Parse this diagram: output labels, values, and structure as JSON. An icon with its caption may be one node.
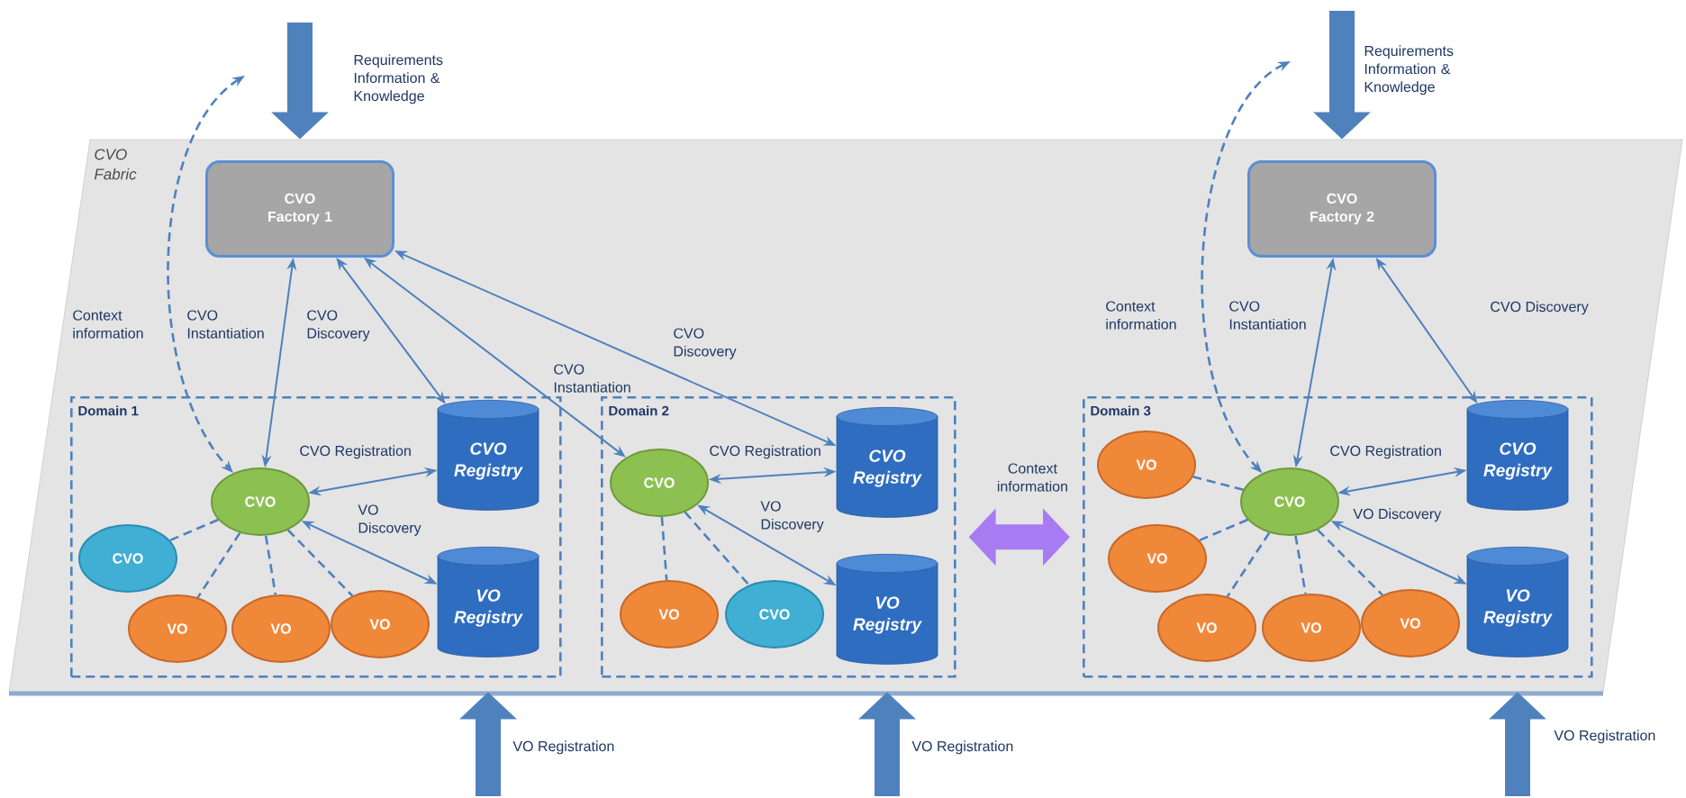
{
  "diagram": {
    "nodes": [
      {
        "text": [
          "*CVO Fabric*"
        ]
      },
      {
        "text": [
          "CVO Factory 1"
        ],
        "in": 0
      },
      {
        "text": [
          "CVO Factory 2"
        ],
        "in": 0
      },
      {
        "text": [
          "Domain 1"
        ],
        "in": 0
      },
      {
        "text": [
          "Domain 2"
        ],
        "in": 0
      },
      {
        "text": [
          "Domain 3"
        ],
        "in": 0
      },
      {
        "text": [
          "CVO"
        ],
        "in": 3
      },
      {
        "text": [
          "CVO Registry"
        ],
        "in": 3
      },
      {
        "text": [
          "CVO"
        ],
        "in": 3
      },
      {
        "text": [
          "VO"
        ],
        "in": 3
      },
      {
        "text": [
          "VO"
        ],
        "in": 3
      },
      {
        "text": [
          "VO"
        ],
        "in": 3
      },
      {
        "text": [
          "VO Registry"
        ],
        "in": 3
      },
      {
        "text": [
          "CVO"
        ],
        "in": 4
      },
      {
        "text": [
          "CVO Registry"
        ],
        "in": 4
      },
      {
        "text": [
          "VO"
        ],
        "in": 4
      },
      {
        "text": [
          "CVO"
        ],
        "in": 4
      },
      {
        "text": [
          "VO Registry"
        ],
        "in": 4
      },
      {
        "text": [
          "VO"
        ],
        "in": 5
      },
      {
        "text": [
          "CVO"
        ],
        "in": 5
      },
      {
        "text": [
          "CVO Registry"
        ],
        "in": 5
      },
      {
        "text": [
          "VO"
        ],
        "in": 5
      },
      {
        "text": [
          "VO"
        ],
        "in": 5
      },
      {
        "text": [
          "VO"
        ],
        "in": 5
      },
      {
        "text": [
          "VO"
        ],
        "in": 5
      },
      {
        "text": [
          "VO Registry"
        ],
        "in": 5
      }
    ],
    "edges": [
      {
        "from": null,
        "to": 0,
        "arrow": "to",
        "style": "thick",
        "label": "Requirements Information & Knowledge"
      },
      {
        "from": null,
        "to": 0,
        "arrow": "to",
        "style": "thick",
        "label": "Requirements Information & Knowledge"
      },
      {
        "from": null,
        "to": 0,
        "arrow": "to",
        "style": "thick",
        "label": "VO Registration"
      },
      {
        "from": null,
        "to": 0,
        "arrow": "to",
        "style": "thick",
        "label": "VO Registration"
      },
      {
        "from": null,
        "to": 0,
        "arrow": "to",
        "style": "thick",
        "label": "VO Registration"
      },
      {
        "from": null,
        "to": 6,
        "arrow": "both",
        "style": "dashed",
        "label": "Context information"
      },
      {
        "from": null,
        "to": 19,
        "arrow": "both",
        "style": "dashed",
        "label": "Context information"
      },
      {
        "from": 4,
        "to": 5,
        "arrow": "both",
        "style": "thick",
        "color": "#a77cf2",
        "label": "Context information"
      },
      {
        "from": 6,
        "to": 1,
        "arrow": "both",
        "label": "CVO Instantiation"
      },
      {
        "from": 1,
        "to": 7,
        "arrow": "both",
        "label": "CVO Discovery"
      },
      {
        "from": 1,
        "to": 13,
        "arrow": "both",
        "label": "CVO Instantiation"
      },
      {
        "from": 1,
        "to": 14,
        "arrow": "both",
        "label": "CVO Discovery"
      },
      {
        "from": 19,
        "to": 2,
        "arrow": "both",
        "label": "CVO Instantiation"
      },
      {
        "from": 2,
        "to": 20,
        "arrow": "both",
        "label": "CVO Discovery"
      },
      {
        "from": 6,
        "to": 7,
        "arrow": "both",
        "label": "CVO Registration"
      },
      {
        "from": 6,
        "to": 12,
        "arrow": "both",
        "label": "VO Discovery"
      },
      {
        "from": 6,
        "to": 8,
        "arrow": "none",
        "style": "dashed"
      },
      {
        "from": 6,
        "to": 9,
        "arrow": "none",
        "style": "dashed"
      },
      {
        "from": 6,
        "to": 10,
        "arrow": "none",
        "style": "dashed"
      },
      {
        "from": 6,
        "to": 11,
        "arrow": "none",
        "style": "dashed"
      },
      {
        "from": 13,
        "to": 14,
        "arrow": "both",
        "label": "CVO Registration"
      },
      {
        "from": 13,
        "to": 17,
        "arrow": "both",
        "label": "VO Discovery"
      },
      {
        "from": 13,
        "to": 15,
        "arrow": "none",
        "style": "dashed"
      },
      {
        "from": 13,
        "to": 16,
        "arrow": "none",
        "style": "dashed"
      },
      {
        "from": 19,
        "to": 20,
        "arrow": "both",
        "label": "CVO Registration"
      },
      {
        "from": 19,
        "to": 25,
        "arrow": "both",
        "label": "VO Discovery"
      },
      {
        "from": 19,
        "to": 18,
        "arrow": "none",
        "style": "dashed"
      },
      {
        "from": 19,
        "to": 21,
        "arrow": "none",
        "style": "dashed"
      },
      {
        "from": 19,
        "to": 22,
        "arrow": "none",
        "style": "dashed"
      },
      {
        "from": 19,
        "to": 23,
        "arrow": "none",
        "style": "dashed"
      },
      {
        "from": 19,
        "to": 24,
        "arrow": "none",
        "style": "dashed"
      }
    ]
  }
}
